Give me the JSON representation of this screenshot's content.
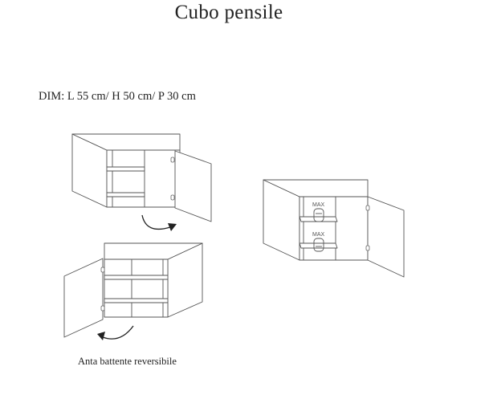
{
  "title": "Cubo pensile",
  "dimensions": "DIM: L 55 cm/ H 50 cm/ P 30 cm",
  "caption": "Anta battente reversibile",
  "max_label": "MAX",
  "colors": {
    "line": "#555555",
    "arrow": "#222222",
    "background": "#ffffff"
  },
  "icons": [
    "rotation-arrow-icon",
    "shelf-load-icon",
    "hinge-icon"
  ]
}
